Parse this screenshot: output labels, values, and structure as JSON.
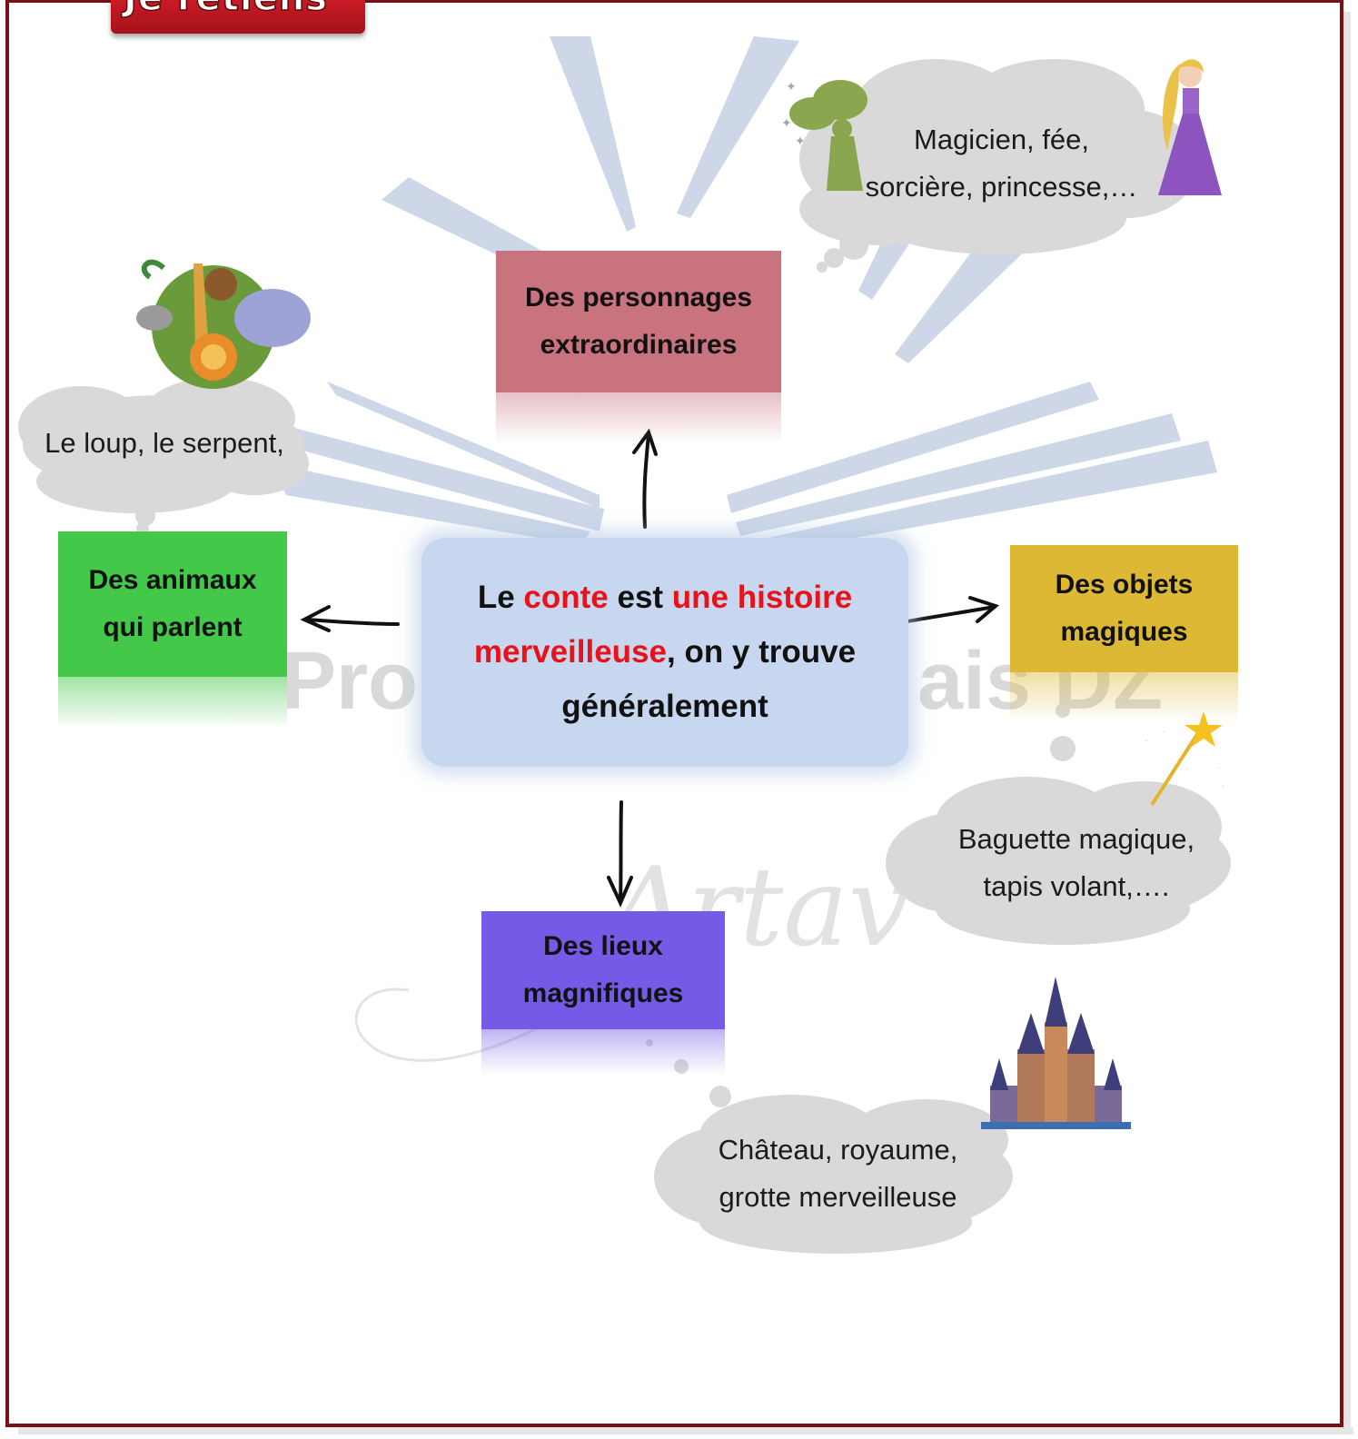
{
  "badge": {
    "label": "Je retiens"
  },
  "watermark": {
    "text": "Pro",
    "text2": "ais DZ",
    "signature": "Artav"
  },
  "center": {
    "part1": "Le ",
    "part2": "conte",
    "part3": " est ",
    "part4": "une histoire",
    "part5": "merveilleuse",
    "part6": ", on y trouve",
    "part7": "généralement"
  },
  "branches": {
    "personnages": {
      "line1": "Des personnages",
      "line2": "extraordinaires",
      "color": "#c9737f"
    },
    "animaux": {
      "line1": "Des animaux",
      "line2": "qui parlent",
      "color": "#43c84a"
    },
    "objets": {
      "line1": "Des objets",
      "line2": "magiques",
      "color": "#dcb834"
    },
    "lieux": {
      "line1": "Des lieux",
      "line2": "magnifiques",
      "color": "#745ae6"
    }
  },
  "clouds": {
    "personnages": {
      "line1": "Magicien, fée,",
      "line2": "sorcière, princesse,…"
    },
    "animaux": {
      "line1": "Le loup, le serpent,"
    },
    "objets": {
      "line1": "Baguette magique,",
      "line2": "tapis volant,…."
    },
    "lieux": {
      "line1": "Château, royaume,",
      "line2": "grotte merveilleuse"
    }
  },
  "images": {
    "fairy": "fairy-icon",
    "princess": "princess-icon",
    "animals": "jungle-animals-icon",
    "wand": "magic-wand-icon",
    "castle": "castle-icon"
  }
}
